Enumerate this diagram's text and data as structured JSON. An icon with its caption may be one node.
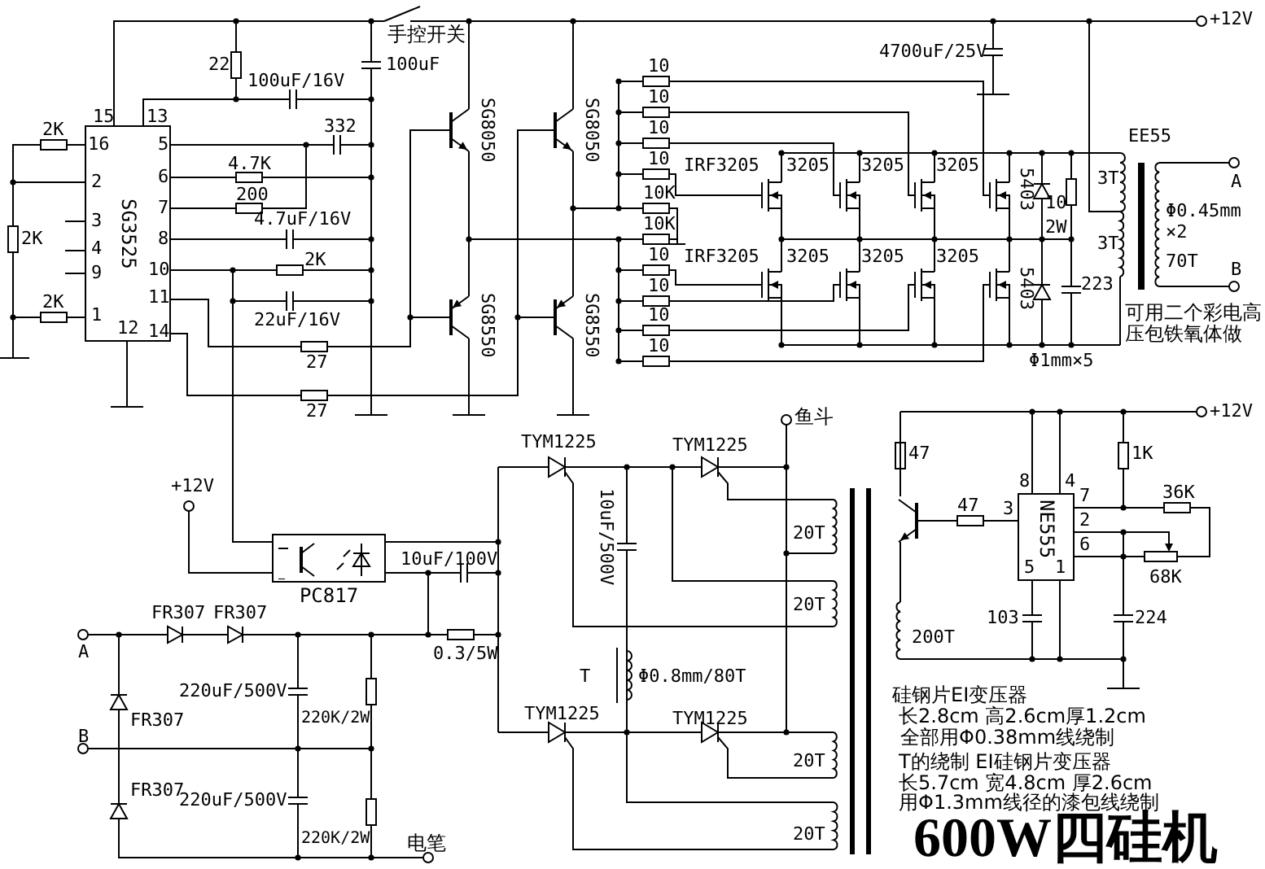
{
  "diagram": {
    "title": "600W四硅机",
    "nodes": [
      {
        "text": [
          "SG3525"
        ]
      },
      {
        "text": [
          "NE555"
        ]
      },
      {
        "text": [
          "PC817"
        ]
      }
    ],
    "edges": [
      {
        "from": 0,
        "to": 2,
        "arrow": "none"
      }
    ],
    "labels": [
      "手控开关",
      "22",
      "100uF",
      "100uF/16V",
      "4700uF/25V",
      "+12V",
      "10",
      "10",
      "10",
      "10",
      "10K",
      "10K",
      "10",
      "10",
      "10",
      "10",
      "15",
      "13",
      "332",
      "2K",
      "16",
      "5",
      "SG8050",
      "SG8050",
      "EE55",
      "2",
      "6",
      "4.7K",
      "IRF3205",
      "3205",
      "3205",
      "3205",
      "5403",
      "3T",
      "A",
      "200",
      "7",
      "10",
      "Φ0.45mm",
      "4.7uF/16V",
      "3",
      "×2",
      "2W",
      "2K",
      "8",
      "3T",
      "4",
      "IRF3205",
      "3205",
      "3205",
      "3205",
      "70T",
      "2K",
      "10",
      "B",
      "9",
      "5403",
      "223",
      "11",
      "SG8550",
      "SG8550",
      "2K",
      "可用二个彩电高压包铁氧体做",
      "22uF/16V",
      "1",
      "14",
      "12",
      "27",
      "Φ1mm×5",
      "27",
      "鱼斗",
      "+12V",
      "TYM1225",
      "TYM1225",
      "47",
      "1K",
      "+12V",
      "8",
      "4",
      "7",
      "36K",
      "47",
      "10uF/500V",
      "3",
      "2",
      "20T",
      "10uF/100V",
      "6",
      "5",
      "1",
      "68K",
      "20T",
      "FR307",
      "FR307",
      "103",
      "224",
      "200T",
      "A",
      "0.3/5W",
      "T",
      "Φ0.8mm/80T",
      "220uF/500V",
      "硅钢片EI变压器",
      "TYM1225",
      "TYM1225",
      "长2.8cm 高2.6cm厚1.2cm",
      "220K/2W",
      "FR307",
      "全部用Φ0.38mm线绕制",
      "B",
      "T的绕制 EI硅钢片变压器",
      "20T",
      "长5.7cm 宽4.8cm 厚2.6cm",
      "FR307",
      "220uF/500V",
      "用Φ1.3mm线径的漆包线绕制",
      "20T",
      "220K/2W",
      "电笔"
    ]
  }
}
